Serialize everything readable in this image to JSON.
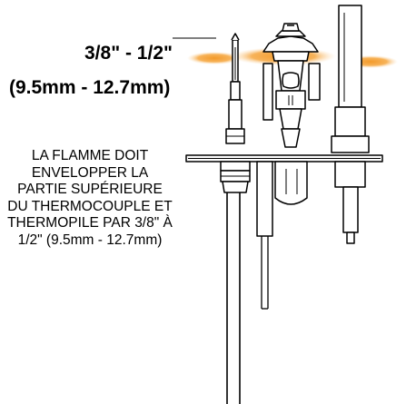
{
  "dimension": {
    "imperial": "3/8\" - 1/2\"",
    "metric": "(9.5mm - 12.7mm)"
  },
  "note": {
    "lines": [
      "LA FLAMME DOIT",
      "ENVELOPPER LA",
      "PARTIE SUPÉRIEURE",
      "DU THERMOCOUPLE ET",
      "THERMOPILE PAR 3/8\" À",
      "1/2\" (9.5mm - 12.7mm)"
    ]
  },
  "colors": {
    "flame": "#f39a2a",
    "flame_light": "#fbd29b",
    "line": "#000000",
    "background": "#ffffff"
  }
}
